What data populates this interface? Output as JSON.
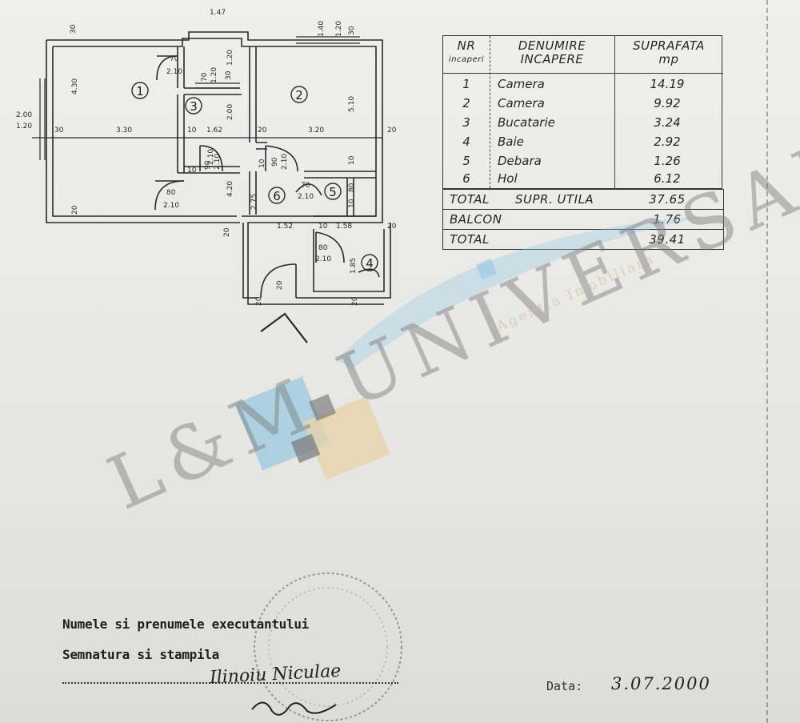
{
  "plan": {
    "dimensions": {
      "top_147": "1.47",
      "top_140": "1.40",
      "top_120": "1.20",
      "top_30a": "30",
      "top_30b": "30",
      "left_200": "2.00",
      "left_120": "1.20",
      "left_430": "4.30",
      "r1_30": "30",
      "r1_330": "3.30",
      "r1_10": "10",
      "r3_162": "1.62",
      "r2_20": "20",
      "r2_320": "3.20",
      "r2_20b": "20",
      "r2_510": "5.10",
      "r3_200": "2.00",
      "d1_70": "70",
      "d1_210": "2.10",
      "d2_70": "70",
      "d2_120": "1.20",
      "d2_30": "30",
      "d2_120b": "1.20",
      "d3_80": "80",
      "d3_210": "2.10",
      "d3_10": "10",
      "d3_210b": "2.10",
      "d4_90": "90",
      "d4_210": "2.10",
      "d5_70": "70",
      "d5_210": "2.10",
      "d6_80": "80",
      "d6_210": "2.10",
      "d7_90": "90",
      "d7_210": "2.10",
      "h_420": "4.20",
      "h_275": "2.75",
      "h_152": "1.52",
      "h_10": "10",
      "h_158": "1.58",
      "h_20": "20",
      "h_20b": "20",
      "h_20c": "20",
      "h_20d": "20",
      "h_20e": "20",
      "h_185": "1.85",
      "h_10b": "10",
      "h_80": "80",
      "h_10c": "10",
      "h_10d": "10",
      "left_20": "20",
      "left_30": "30"
    },
    "rooms": [
      "1",
      "2",
      "3",
      "4",
      "5",
      "6"
    ]
  },
  "table": {
    "header": {
      "nr": "NR",
      "nr_sub": "incaperi",
      "name_line1": "DENUMIRE",
      "name_line2": "INCAPERE",
      "area_line1": "SUPRAFATA",
      "area_line2": "mp"
    },
    "rows": [
      {
        "nr": "1",
        "name": "Camera",
        "area": "14.19"
      },
      {
        "nr": "2",
        "name": "Camera",
        "area": "9.92"
      },
      {
        "nr": "3",
        "name": "Bucatarie",
        "area": "3.24"
      },
      {
        "nr": "4",
        "name": "Baie",
        "area": "2.92"
      },
      {
        "nr": "5",
        "name": "Debara",
        "area": "1.26"
      },
      {
        "nr": "6",
        "name": "Hol",
        "area": "6.12"
      }
    ],
    "totals": [
      {
        "label": "TOTAL",
        "middle": "SUPR.  UTILA",
        "value": "37.65"
      },
      {
        "label": "BALCON",
        "middle": "",
        "value": "1.76"
      },
      {
        "label": "TOTAL",
        "middle": "",
        "value": "39.41"
      }
    ]
  },
  "watermark": {
    "brand": "L&M UNIVERSAL",
    "sub": "Agentia Imobiliara"
  },
  "signature": {
    "line1": "Numele si prenumele executantului",
    "line2": "Semnatura si stampila",
    "name": "Ilinoiu Niculae",
    "date_label": "Data:",
    "date_value": "3.07.2000"
  },
  "colors": {
    "ink": "#1e1e1e",
    "wm_blue": "#a9cfe0",
    "wm_gold": "#e8d3a8",
    "wm_gray": "#7e7e7e"
  }
}
